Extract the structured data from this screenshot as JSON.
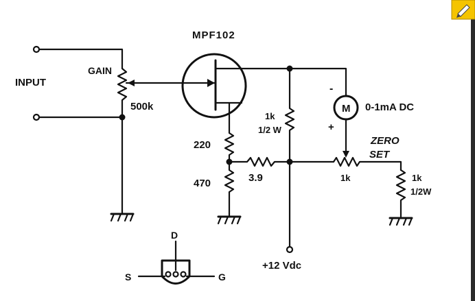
{
  "diagram": {
    "labels": {
      "input": "INPUT",
      "gain": "GAIN",
      "pot_gain": "500k",
      "transistor": "MPF102",
      "r_source": "220",
      "r_bottom": "470",
      "r_series": "3.9",
      "r_drain_value": "1k",
      "r_drain_watt": "1/2 W",
      "meter_symbol": "M",
      "meter_rating": "0-1mA DC",
      "meter_minus": "-",
      "meter_plus": "+",
      "zero_set_1": "ZERO",
      "zero_set_2": "SET",
      "pot_zero": "1k",
      "r_load_value": "1k",
      "r_load_watt": "1/2W",
      "supply": "+12 Vdc",
      "pin_drain": "D",
      "pin_source": "S",
      "pin_gate": "G"
    },
    "colors": {
      "ink": "#111111",
      "background": "#ffffff",
      "corner_icon": "#f5c400"
    },
    "icons": {
      "corner": "pencil-icon"
    }
  }
}
